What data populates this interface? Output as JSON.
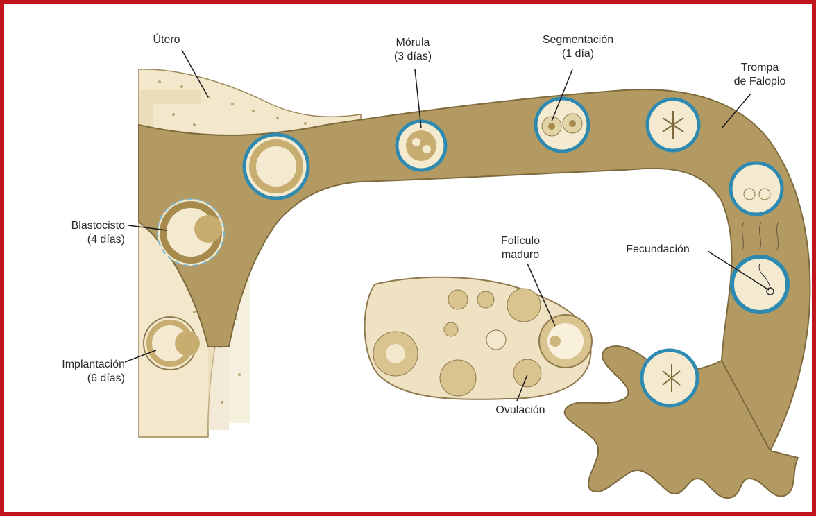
{
  "colors": {
    "frame": "#c0151c",
    "tube": "#b39a62",
    "tube_edge": "#7d6a3d",
    "wall": "#f3e8cc",
    "wall_dot": "#b9a575",
    "ovary": "#efe2c2",
    "cell_ring": "#2e8ab0",
    "cell_fill": "#f4ead0",
    "text": "#2a2a2a"
  },
  "labels": {
    "utero": "Útero",
    "morula_1": "Mórula",
    "morula_2": "(3 días)",
    "segmentacion_1": "Segmentación",
    "segmentacion_2": "(1 día)",
    "trompa_1": "Trompa",
    "trompa_2": "de Falopio",
    "blastocisto_1": "Blastocisto",
    "blastocisto_2": "(4 días)",
    "foliculo_1": "Folículo",
    "foliculo_2": "maduro",
    "fecundacion": "Fecundación",
    "implantacion_1": "Implantación",
    "implantacion_2": "(6 días)",
    "ovulacion": "Ovulación"
  }
}
